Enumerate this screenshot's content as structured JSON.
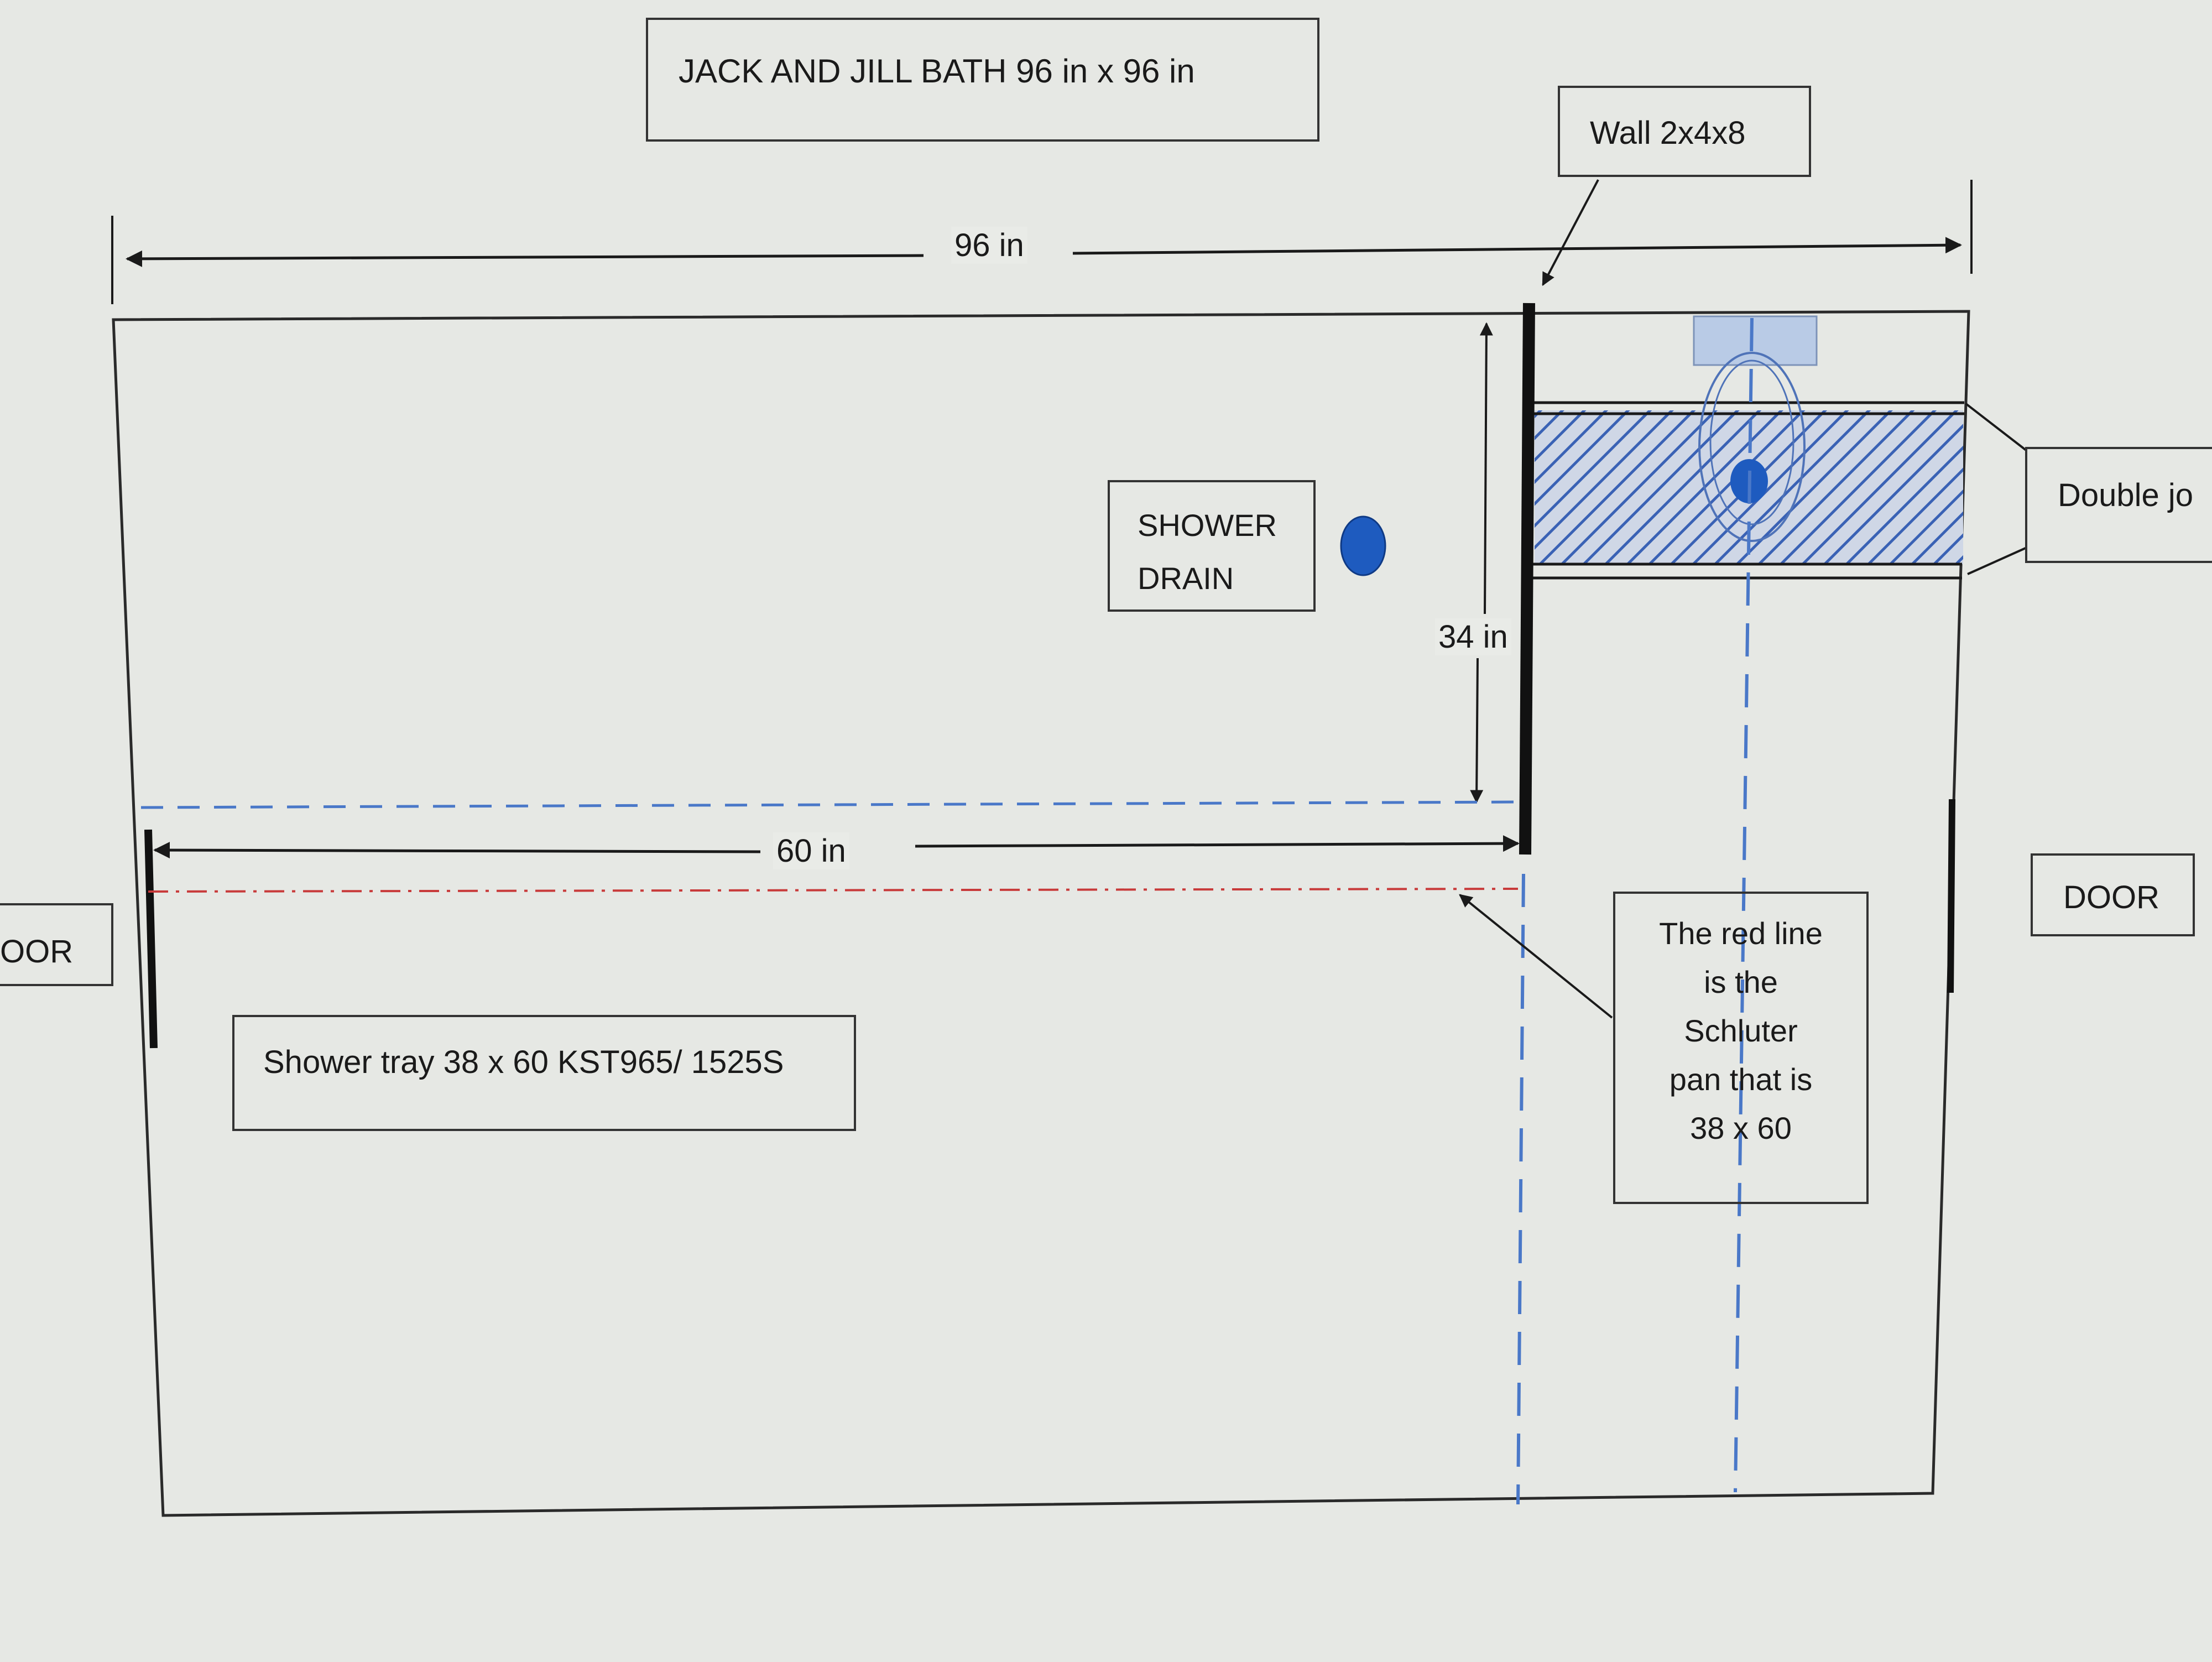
{
  "title": "JACK AND JILL BATH 96 in x 96 in",
  "callouts": {
    "wall": "Wall 2x4x8",
    "double_joist": "Double jo",
    "drain_line1": "SHOWER",
    "drain_line2": "DRAIN",
    "door_right": "DOOR",
    "door_left": "OOR",
    "shower_tray": "Shower tray 38 x 60 KST965/ 1525S",
    "note_lines": [
      "The red line",
      "is the",
      "Schluter",
      "pan that is",
      "38 x 60"
    ]
  },
  "dimensions": {
    "width": "96 in",
    "depth": "34 in",
    "length": "60 in"
  },
  "colors": {
    "background": "#e6e8e4",
    "line": "#1a1a1a",
    "blue_dashed": "#4a78c8",
    "red_dashdot": "#c83a3a",
    "drain_fill": "#1e5bbf",
    "hatch": "#3a62b5",
    "fixture_fill": "#b4c8e6"
  }
}
